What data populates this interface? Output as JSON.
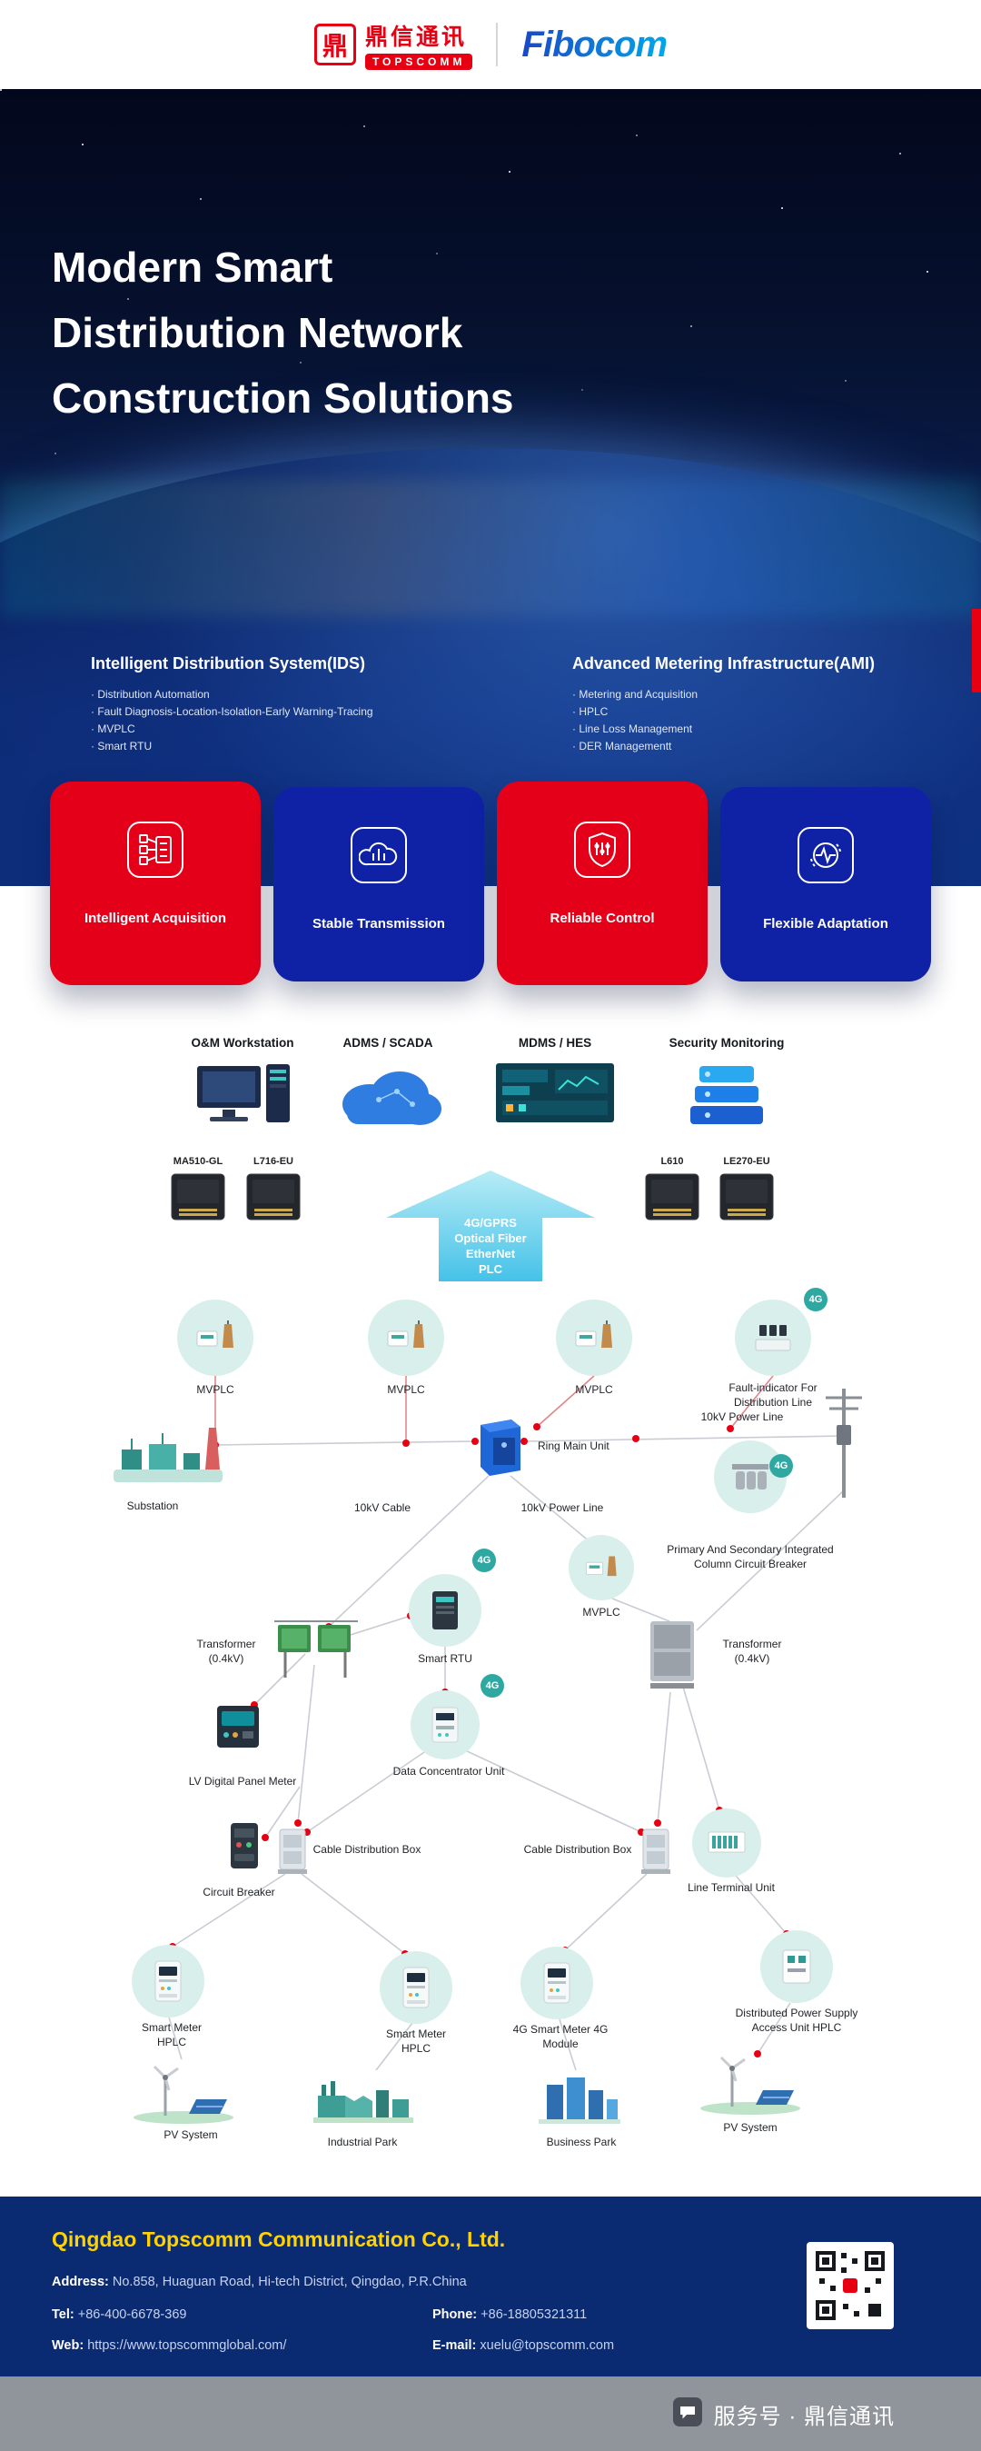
{
  "header": {
    "topscomm_cn": "鼎信通讯",
    "topscomm_en": "TOPSCOMM",
    "fibocom": "Fibocom"
  },
  "hero": {
    "title1": "Modern Smart",
    "title2": "Distribution Network",
    "title3": "Construction Solutions",
    "ids": {
      "title": "Intelligent Distribution System(IDS)",
      "items": [
        "· Distribution Automation",
        "· Fault Diagnosis-Location-Isolation-Early Warning-Tracing",
        "· MVPLC",
        "· Smart RTU"
      ]
    },
    "ami": {
      "title": "Advanced Metering Infrastructure(AMI)",
      "items": [
        "· Metering and Acquisition",
        "· HPLC",
        "· Line Loss Management",
        "· DER Managementt"
      ]
    }
  },
  "cards": [
    {
      "label": "Intelligent Acquisition",
      "icon": "acquisition-icon",
      "color": "#e50019"
    },
    {
      "label": "Stable Transmission",
      "icon": "transmission-icon",
      "color": "#0f22a6"
    },
    {
      "label": "Reliable Control",
      "icon": "control-icon",
      "color": "#e50019"
    },
    {
      "label": "Flexible Adaptation",
      "icon": "adaptation-icon",
      "color": "#0f22a6"
    }
  ],
  "systems": [
    {
      "label": "O&M Workstation",
      "icon": "workstation-icon"
    },
    {
      "label": "ADMS / SCADA",
      "icon": "cloud-icon"
    },
    {
      "label": "MDMS / HES",
      "icon": "dashboard-icon"
    },
    {
      "label": "Security Monitoring",
      "icon": "server-stack-icon"
    }
  ],
  "modules": {
    "left": [
      "MA510-GL",
      "L716-EU"
    ],
    "right": [
      "L610",
      "LE270-EU"
    ]
  },
  "uplink": {
    "l1": "4G/GPRS",
    "l2": "Optical Fiber",
    "l3": "EtherNet",
    "l4": "PLC"
  },
  "diagram": {
    "badge": "4G",
    "labels": {
      "mvplc_a": "MVPLC",
      "mvplc_b": "MVPLC",
      "mvplc_c": "MVPLC",
      "mvplc_d": "MVPLC",
      "fault_indicator": "Fault-indicator For Distribution Line",
      "substation": "Substation",
      "ring_main_unit": "Ring Main Unit",
      "cable_10kv": "10kV Cable",
      "powerline_10kv_a": "10kV Power Line",
      "powerline_10kv_b": "10kV Power Line",
      "column_breaker": "Primary And Secondary Integrated Column Circuit Breaker",
      "transformer_left": "Transformer (0.4kV)",
      "transformer_right": "Transformer (0.4kV)",
      "smart_rtu": "Smart RTU",
      "dcu": "Data Concentrator Unit",
      "lv_meter": "LV Digital Panel Meter",
      "circuit_breaker": "Circuit Breaker",
      "cable_box_left": "Cable Distribution Box",
      "cable_box_right": "Cable Distribution Box",
      "line_terminal_unit": "Line Terminal Unit",
      "smart_meter_a": "Smart Meter HPLC",
      "smart_meter_b": "Smart Meter HPLC",
      "smart_meter_4g": "4G Smart Meter 4G Module",
      "dpsau": "Distributed Power Supply Access Unit HPLC",
      "pv_left": "PV System",
      "pv_right": "PV System",
      "industrial_park": "Industrial Park",
      "business_park": "Business Park"
    }
  },
  "footer": {
    "company": "Qingdao Topscomm Communication Co., Ltd.",
    "address_label": "Address:",
    "address": "No.858, Huaguan Road, Hi-tech District, Qingdao, P.R.China",
    "tel_label": "Tel:",
    "tel": "+86-400-6678-369",
    "phone_label": "Phone:",
    "phone": "+86-18805321311",
    "web_label": "Web:",
    "web": "https://www.topscommglobal.com/",
    "email_label": "E-mail:",
    "email": "xuelu@topscomm.com"
  },
  "bottom": {
    "text": "服务号 · 鼎信通讯"
  }
}
